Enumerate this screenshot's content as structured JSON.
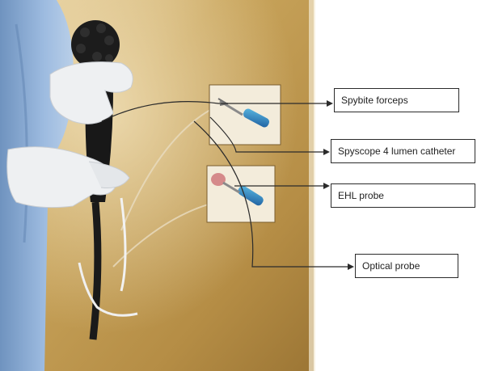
{
  "labels": {
    "spybite_forceps": "Spybite forceps",
    "spyscope_catheter": "Spyscope 4 lumen catheter",
    "ehl_probe": "EHL probe",
    "optical_probe": "Optical probe"
  },
  "colors": {
    "background_gold": "#c7a45a",
    "background_white": "#ffffff",
    "gown_blue": "#8fb1d6",
    "glove_white": "#eef0f2",
    "scope_black": "#1a1a1a",
    "leader_line": "#2b2b2b"
  }
}
